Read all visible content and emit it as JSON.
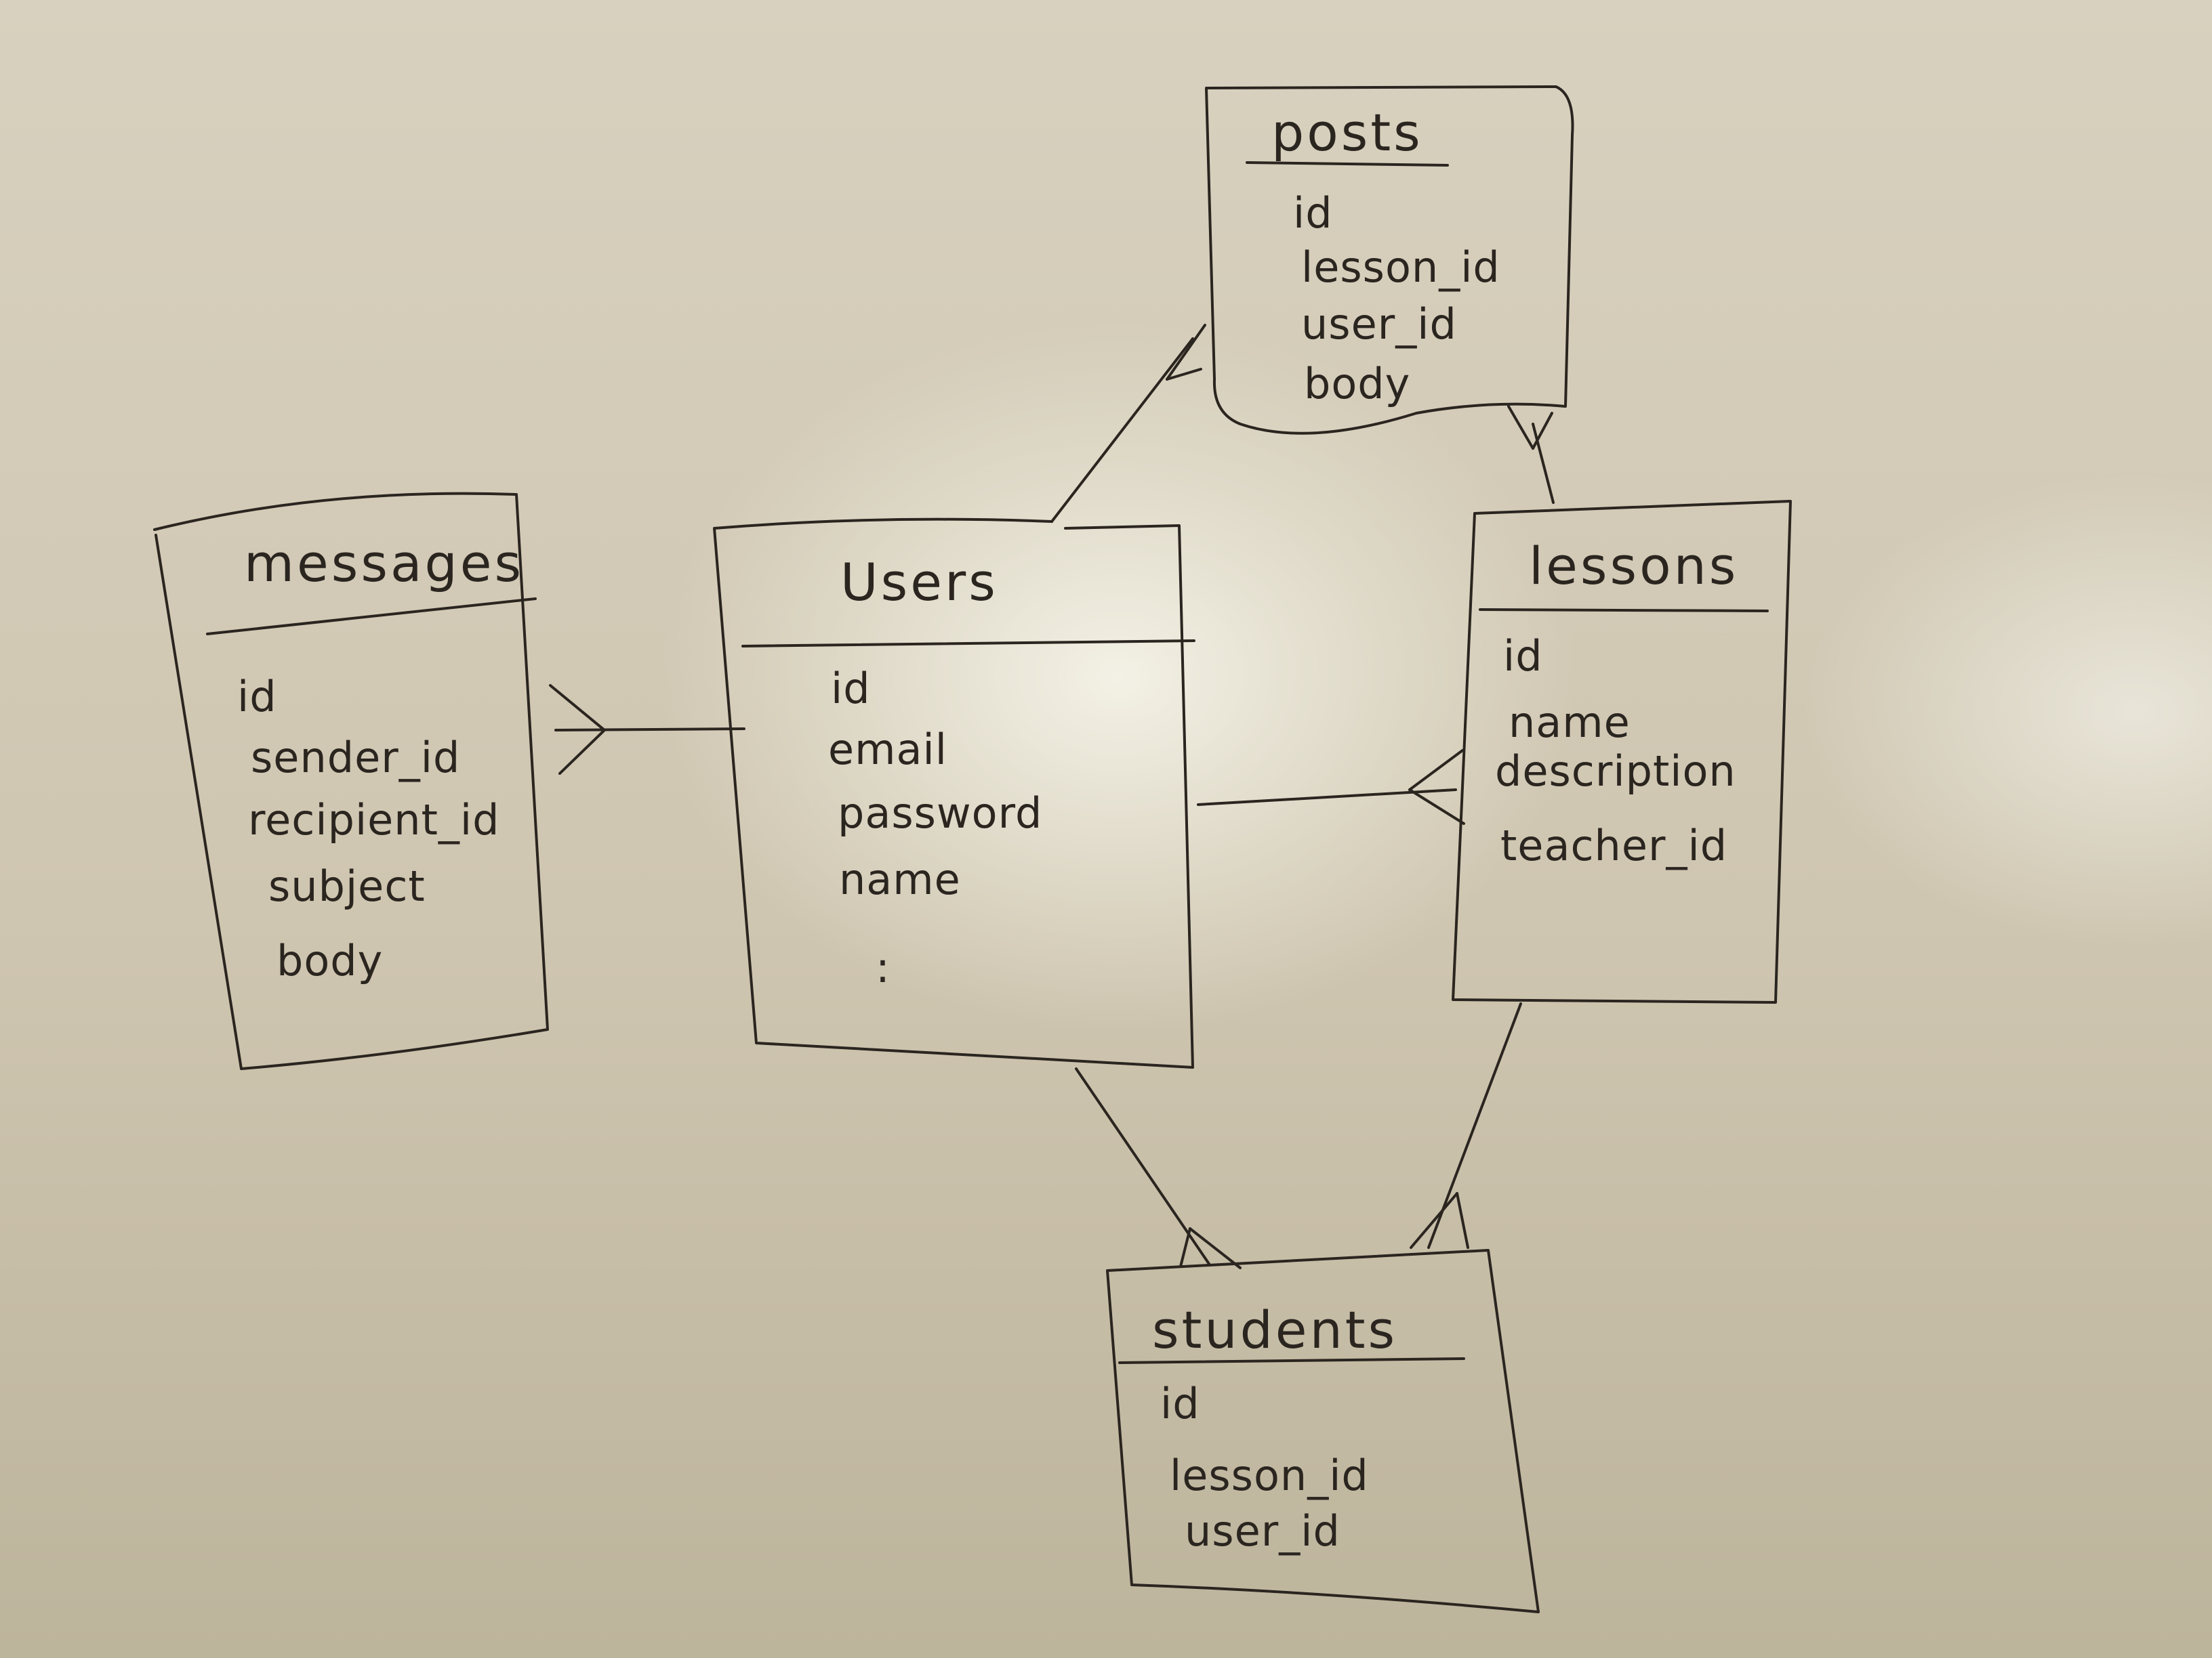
{
  "entities": [
    {
      "id": "messages",
      "title": "messages",
      "fields": [
        "id",
        "sender_id",
        "recipient_id",
        "subject",
        "body"
      ]
    },
    {
      "id": "users",
      "title": "Users",
      "fields": [
        "id",
        "email",
        "password",
        "name",
        ":"
      ]
    },
    {
      "id": "posts",
      "title": "posts",
      "fields": [
        "id",
        "lesson_id",
        "user_id",
        "body"
      ]
    },
    {
      "id": "lessons",
      "title": "lessons",
      "fields": [
        "id",
        "name",
        "description",
        "teacher_id"
      ]
    },
    {
      "id": "students",
      "title": "students",
      "fields": [
        "id",
        "lesson_id",
        "user_id"
      ]
    }
  ],
  "relationships": [
    {
      "from": "users",
      "to": "messages",
      "to_cardinality": "many"
    },
    {
      "from": "users",
      "to": "posts",
      "to_cardinality": "many"
    },
    {
      "from": "posts",
      "to": "lessons",
      "to_cardinality": "one"
    },
    {
      "from": "users",
      "to": "lessons",
      "to_cardinality": "many"
    },
    {
      "from": "users",
      "to": "students",
      "to_cardinality": "many"
    },
    {
      "from": "lessons",
      "to": "students",
      "to_cardinality": "many"
    }
  ],
  "colors": {
    "ink": "#2b2520",
    "board": "#d8d1bf"
  }
}
